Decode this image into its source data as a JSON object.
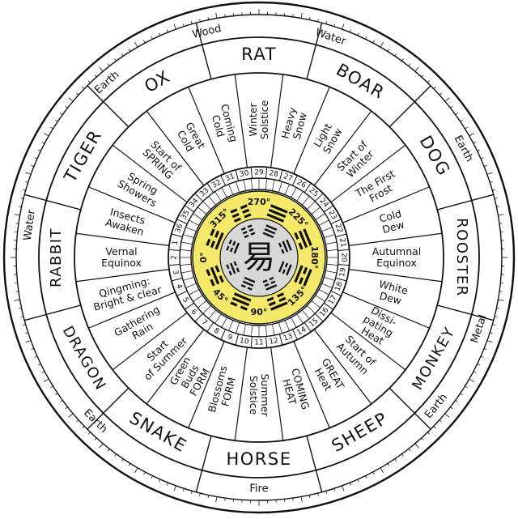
{
  "colors": {
    "ink": "#111111",
    "paper": "#ffffff",
    "center_yellow": "#f4e96a",
    "center_gray": "#d8d8d8"
  },
  "center_glyph": "易",
  "elements": [
    {
      "label": "Water",
      "angle": 278
    },
    {
      "label": "Earth",
      "angle": 319
    },
    {
      "label": "Wood",
      "angle": 347
    },
    {
      "label": "Water",
      "angle": 18
    },
    {
      "label": "Earth",
      "angle": 62
    },
    {
      "label": "Fire",
      "angle": 180
    },
    {
      "label": "Earth",
      "angle": 130
    },
    {
      "label": "Metal",
      "angle": 108
    },
    {
      "label": "Earth",
      "angle": 225
    }
  ],
  "animals": [
    {
      "label": "RAT",
      "angle": 0
    },
    {
      "label": "BOAR",
      "angle": 30
    },
    {
      "label": "DOG",
      "angle": 60
    },
    {
      "label": "ROOSTER",
      "angle": 90
    },
    {
      "label": "MONKEY",
      "angle": 120
    },
    {
      "label": "SHEEP",
      "angle": 150
    },
    {
      "label": "HORSE",
      "angle": 180
    },
    {
      "label": "SNAKE",
      "angle": 210
    },
    {
      "label": "DRAGON",
      "angle": 240
    },
    {
      "label": "RABBIT",
      "angle": 270
    },
    {
      "label": "TIGER",
      "angle": 300
    },
    {
      "label": "OX",
      "angle": 330
    }
  ],
  "solar_terms": [
    [
      "Winter",
      "Solstice"
    ],
    [
      "Heavy",
      "Snow"
    ],
    [
      "Light",
      "Snow"
    ],
    [
      "Start of",
      "Winter"
    ],
    [
      "The First",
      "Frost"
    ],
    [
      "Cold",
      "Dew"
    ],
    [
      "Autumnal",
      "Equinox"
    ],
    [
      "White",
      "Dew"
    ],
    [
      "Dissi-",
      "pating",
      "Heat"
    ],
    [
      "Start of",
      "Autumn"
    ],
    [
      "GREAT",
      "Heat"
    ],
    [
      "COMING",
      "HEAT"
    ],
    [
      "Summer",
      "Solstice"
    ],
    [
      "Blossoms",
      "FORM"
    ],
    [
      "Green",
      "Buds",
      "FORM"
    ],
    [
      "Start",
      "of Summer"
    ],
    [
      "Gathering",
      "Rain"
    ],
    [
      "Qingming:",
      "Bright & clear"
    ],
    [
      "Vernal",
      "Equinox"
    ],
    [
      "Insects",
      "Awaken"
    ],
    [
      "Spring",
      "Showers"
    ],
    [
      "Start of",
      "SPRING"
    ],
    [
      "Great",
      "Cold"
    ],
    [
      "Coming",
      "Cold"
    ]
  ],
  "term_numbers": [
    "29",
    "28",
    "27",
    "26",
    "25",
    "24",
    "23",
    "22",
    "21",
    "20",
    "19",
    "18",
    "17",
    "16",
    "15",
    "14",
    "13",
    "12",
    "11",
    "10",
    "9",
    "8",
    "7",
    "6",
    "5",
    "4",
    "3",
    "2",
    "1",
    "36",
    "35",
    "34",
    "33",
    "32",
    "31",
    "30"
  ],
  "degree_labels": [
    {
      "label": "270°",
      "angle": 0
    },
    {
      "label": "225°",
      "angle": 45
    },
    {
      "label": "180°",
      "angle": 90
    },
    {
      "label": "135°",
      "angle": 135
    },
    {
      "label": "90°",
      "angle": 180
    },
    {
      "label": "45°",
      "angle": 225
    },
    {
      "label": "0°",
      "angle": 270
    },
    {
      "label": "315°",
      "angle": 315
    }
  ]
}
